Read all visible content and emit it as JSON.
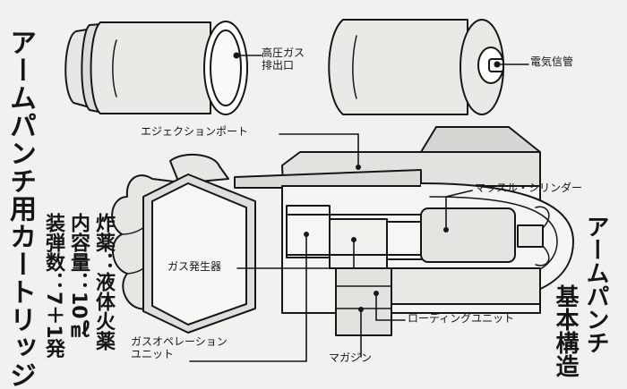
{
  "sidebar": {
    "title": "アームパンチ用カートリッジ",
    "specs": [
      "炸薬：液体火薬",
      "内容量：10㎖",
      "装弾数：7＋1発"
    ]
  },
  "heading": {
    "line1": "アームパンチ",
    "line2": "基本構造"
  },
  "labels": {
    "gas_exhaust_line1": "高圧ガス",
    "gas_exhaust_line2": "排出口",
    "detonator": "電気信管",
    "ejection_port": "エジェクションポート",
    "muscle_cylinder": "マッスル・シリンダー",
    "gas_generator": "ガス発生器",
    "loading_unit": "ローディングユニット",
    "gas_operation_line1": "ガスオペレーション",
    "gas_operation_line2": "ユニット",
    "magazine": "マガジン"
  }
}
